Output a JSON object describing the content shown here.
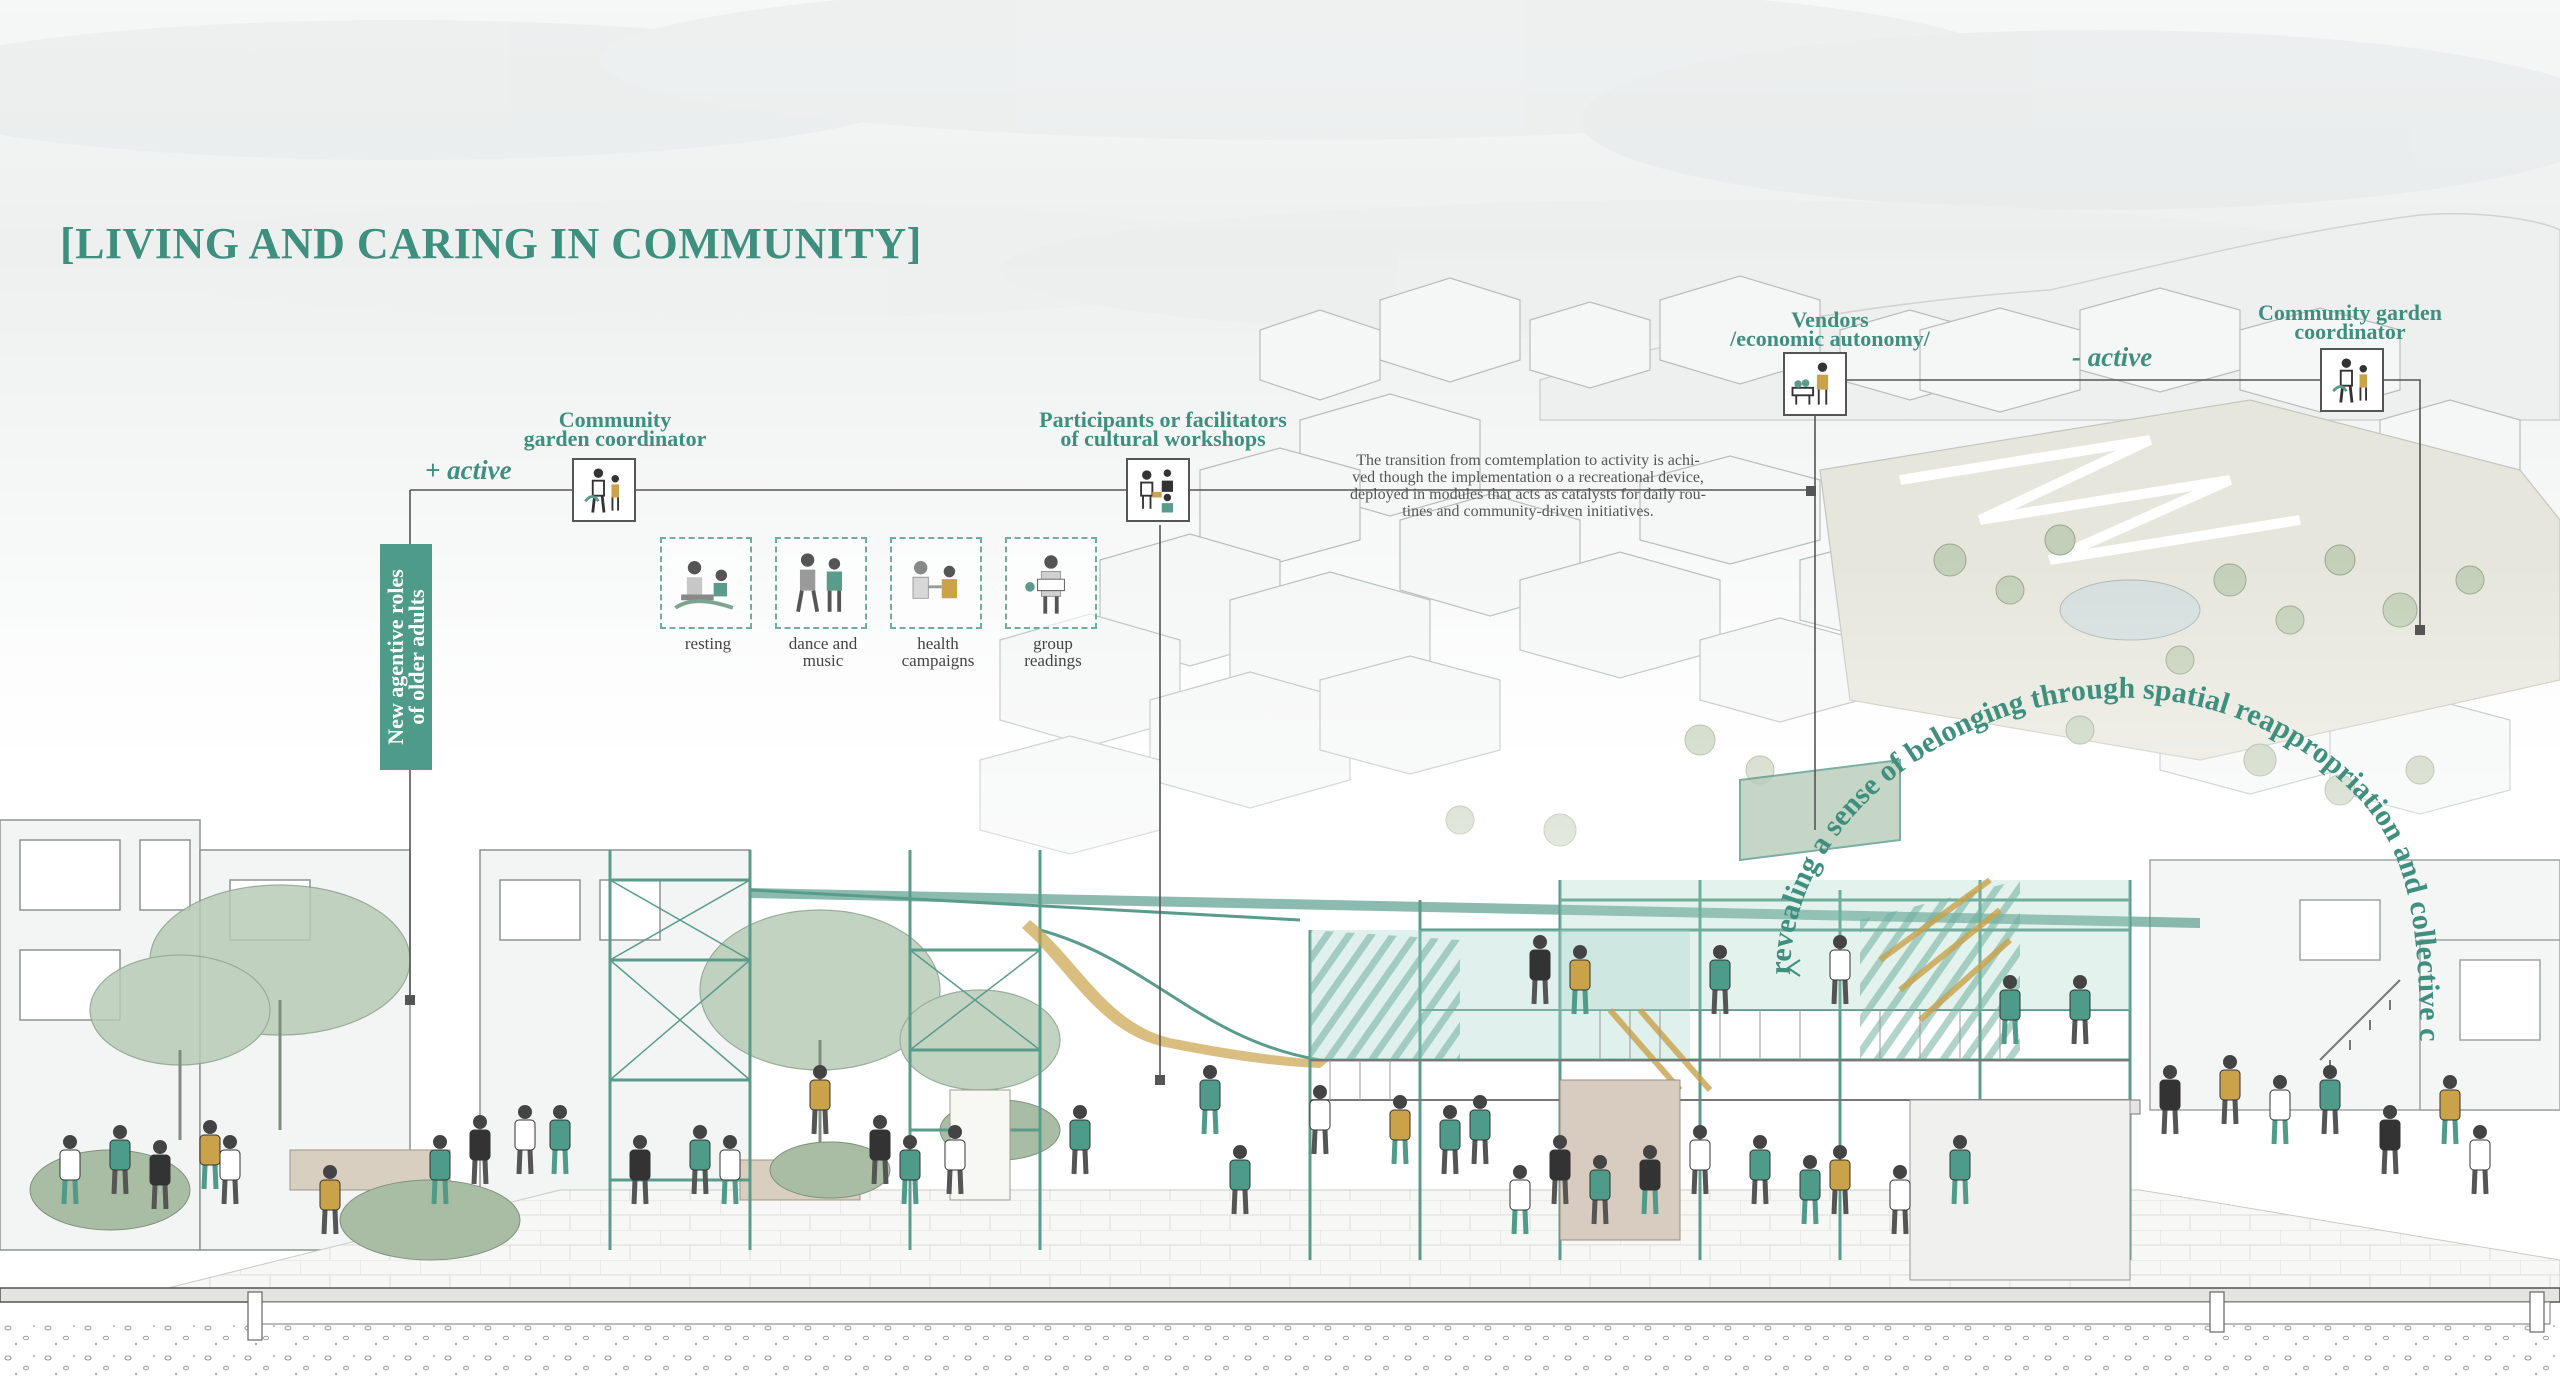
{
  "title": "[LIVING AND CARING IN COMMUNITY]",
  "vertical_banner": {
    "line1": "New agentive roles",
    "line2": "of older adults"
  },
  "activity_tags": {
    "plus_active": "+ active",
    "minus_active": "- active"
  },
  "roles": [
    {
      "line1": "Community",
      "line2": "garden coordinator",
      "icon": "gardener-icon"
    },
    {
      "line1": "Participants or facilitators",
      "line2": "of cultural workshops",
      "icon": "workshop-people-icon"
    },
    {
      "line1": "Vendors",
      "line2": "/economic autonomy/",
      "icon": "vendor-icon"
    },
    {
      "line1": "Community garden",
      "line2": "coordinator",
      "icon": "gardener-icon"
    }
  ],
  "description": {
    "line1": "The transition from comtemplation to activity is achi-",
    "line2": "ved though the implementation o a recreational device,",
    "line3": "deployed in modules that acts as catalysts for daily rou-",
    "line4": "tines and community-driven initiatives."
  },
  "activities": [
    {
      "line1": "resting",
      "line2": "",
      "icon": "resting-icon"
    },
    {
      "line1": "dance and",
      "line2": "music",
      "icon": "dance-icon"
    },
    {
      "line1": "health",
      "line2": "campaigns",
      "icon": "health-icon"
    },
    {
      "line1": "group",
      "line2": "readings",
      "icon": "reading-icon"
    }
  ],
  "arc_text": "revealing a sense of belonging through spatial reappropriation and collective care",
  "colors": {
    "accent": "#3f8f7f",
    "banner": "#4e9b89",
    "structure": "#6fae9e",
    "ochre": "#c9a24a"
  }
}
